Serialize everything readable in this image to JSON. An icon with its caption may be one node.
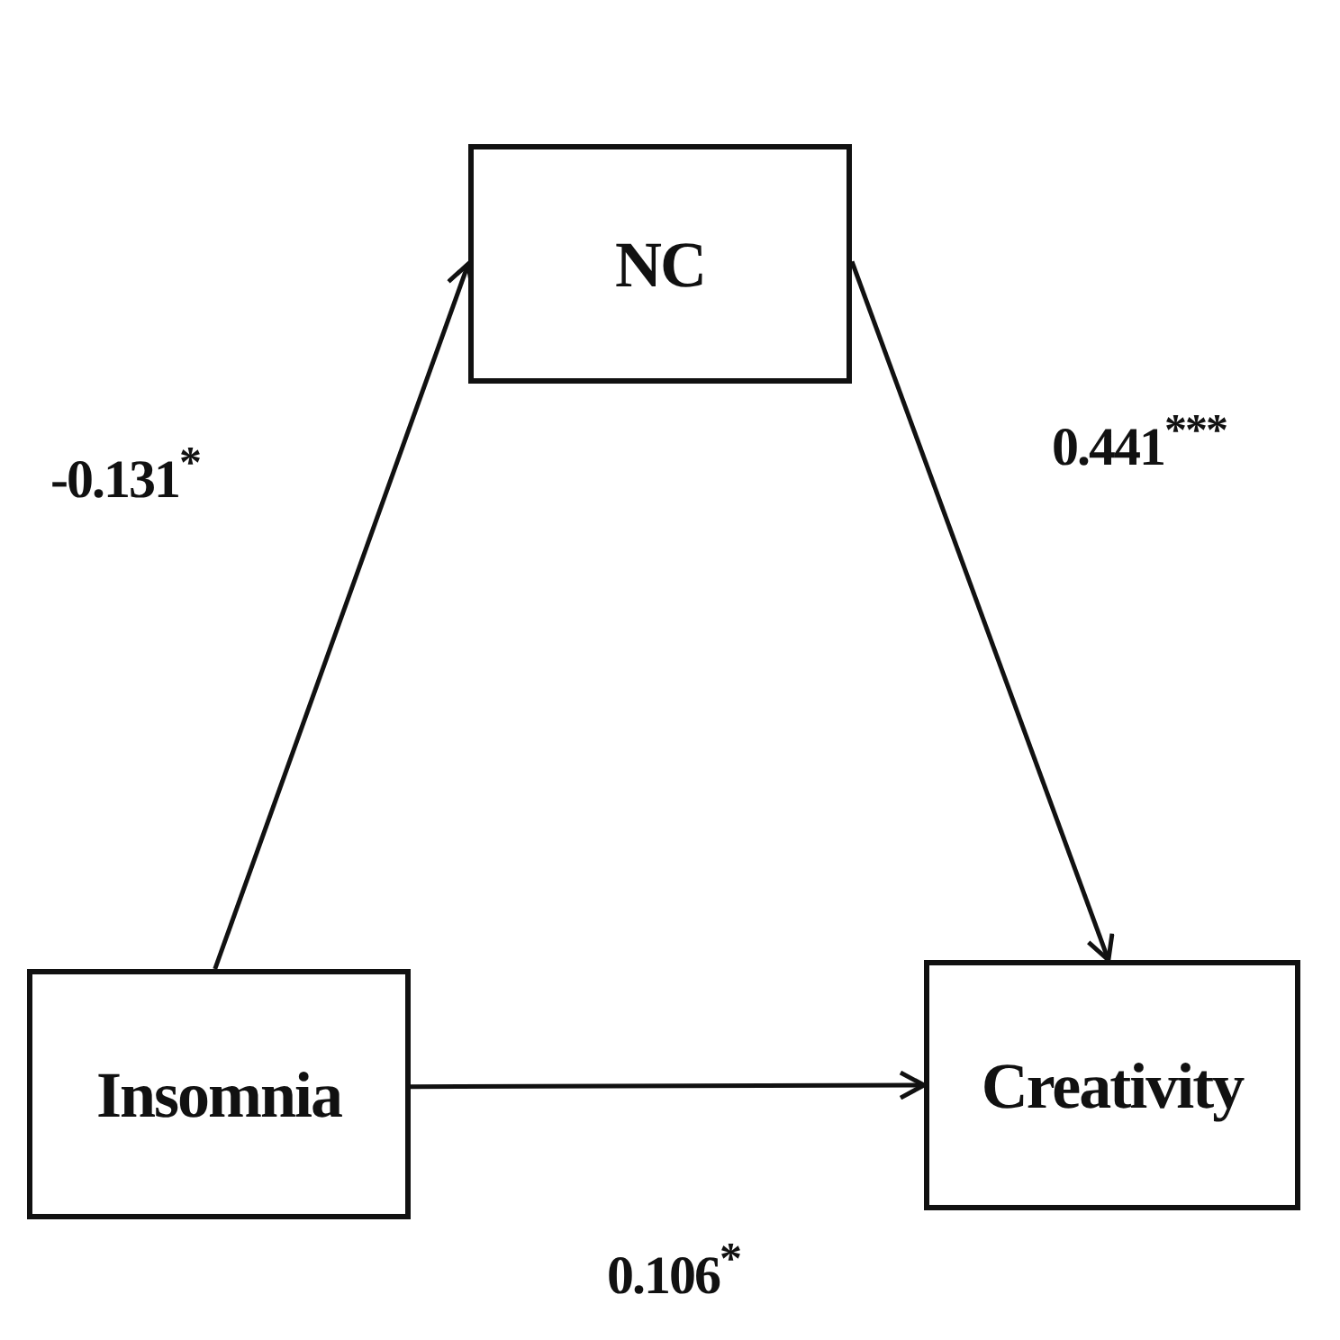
{
  "diagram": {
    "nodes": [
      {
        "text": [
          "NC"
        ]
      },
      {
        "text": [
          "Insomnia"
        ]
      },
      {
        "text": [
          "Creativity"
        ]
      }
    ],
    "edges": [
      {
        "from": 1,
        "to": 0,
        "arrow": "to",
        "label": "-0.131$^{*}$"
      },
      {
        "from": 0,
        "to": 2,
        "arrow": "to",
        "label": "0.441$^{***}$"
      },
      {
        "from": 1,
        "to": 2,
        "arrow": "to",
        "label": "0.106$^{*}$"
      }
    ]
  }
}
